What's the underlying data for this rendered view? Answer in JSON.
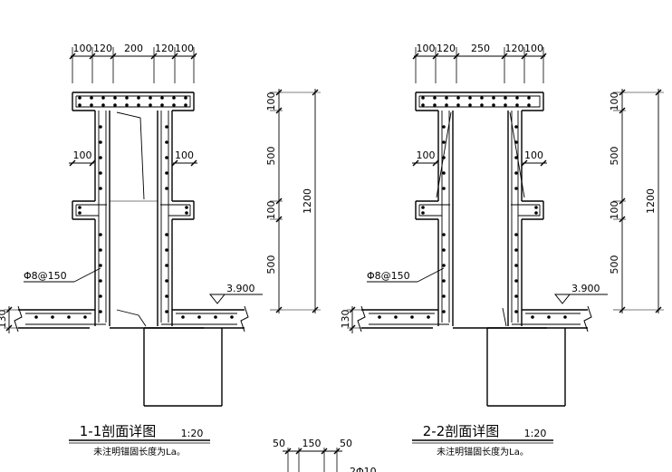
{
  "sections": [
    {
      "id": "1-1",
      "top_dims": [
        "100",
        "120",
        "200",
        "120",
        "100"
      ],
      "mid_dim_left": "100",
      "mid_dim_right": "100",
      "rebar_label": "Φ8@150",
      "elev_label": "3.900",
      "bottom_dim": "130",
      "right_dims": [
        "100",
        "500",
        "100",
        "500"
      ],
      "right_total": "1200",
      "title": "1-1剖面详图",
      "scale": "1:20",
      "note": "未注明锚固长度为La。"
    },
    {
      "id": "2-2",
      "top_dims": [
        "100",
        "120",
        "250",
        "120",
        "100"
      ],
      "mid_dim_left": "100",
      "mid_dim_right": "100",
      "rebar_label": "Φ8@150",
      "elev_label": "3.900",
      "bottom_dim": "130",
      "right_dims": [
        "100",
        "500",
        "100",
        "500"
      ],
      "right_total": "1200",
      "title": "2-2剖面详图",
      "scale": "1:20",
      "note": "未注明锚固长度为La。"
    }
  ],
  "bottom_fragment": {
    "dims": [
      "50",
      "150",
      "50"
    ],
    "partial_label": "2Φ10"
  }
}
